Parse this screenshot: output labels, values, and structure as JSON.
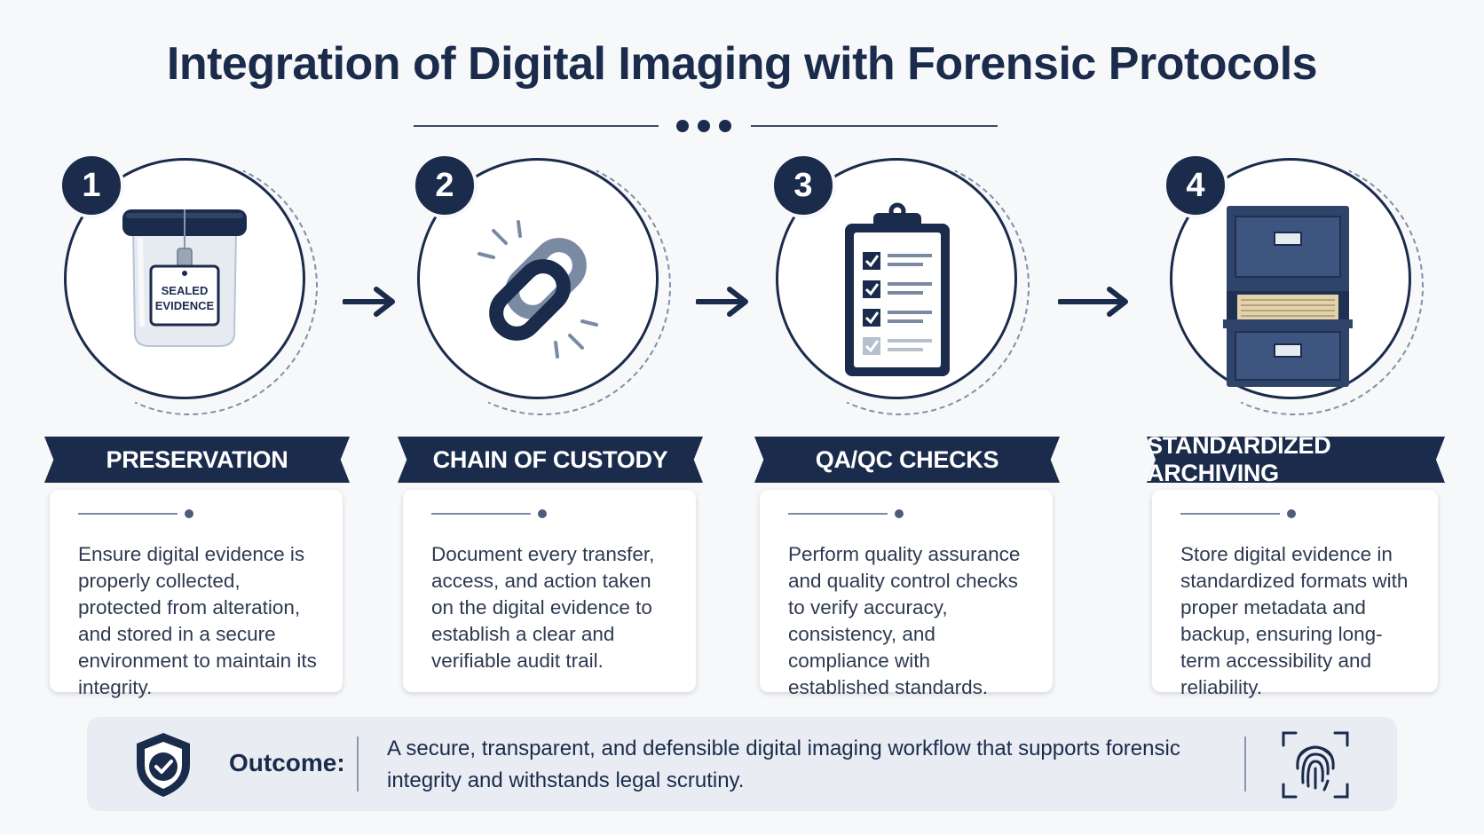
{
  "title": "Integration of Digital Imaging with Forensic Protocols",
  "colors": {
    "navy": "#1a2b4c",
    "background": "#f7f8fa",
    "card": "#ffffff",
    "outcome_bg": "#e9edf3"
  },
  "steps": [
    {
      "number": "1",
      "icon": "sealed-evidence-jar-icon",
      "icon_label_line1": "SEALED",
      "icon_label_line2": "EVIDENCE",
      "heading": "PRESERVATION",
      "text": "Ensure digital evidence is properly collected, protected from alteration, and stored in a secure environment to maintain its integrity."
    },
    {
      "number": "2",
      "icon": "chain-link-icon",
      "heading": "CHAIN OF CUSTODY",
      "text": "Document every transfer, access, and action taken on the digital evidence to establish a clear and verifiable audit trail."
    },
    {
      "number": "3",
      "icon": "clipboard-checklist-icon",
      "heading": "QA/QC CHECKS",
      "text": "Perform quality assurance and quality control checks to verify accuracy, consistency, and compliance with established standards."
    },
    {
      "number": "4",
      "icon": "filing-cabinet-icon",
      "heading": "STANDARDIZED ARCHIVING",
      "text": "Store digital evidence in standardized formats with proper metadata and backup, ensuring long-term accessibility and reliability."
    }
  ],
  "outcome": {
    "label": "Outcome:",
    "text": "A secure, transparent, and defensible digital imaging workflow that supports forensic integrity and withstands legal scrutiny.",
    "left_icon": "shield-check-icon",
    "right_icon": "fingerprint-icon"
  }
}
